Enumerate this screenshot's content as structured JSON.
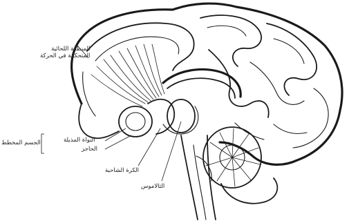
{
  "labels": {
    "motor_cortex_line1": "المنطقة اللحائية",
    "motor_cortex_line2": "المتحكمة في الحركة",
    "striatum": "الجسم المخطط",
    "caudate": "النواة المذيلة",
    "putamen": "الحاجز",
    "globus_pallidus": "الكرة الشاحبة",
    "thalamus": "الثالاموس"
  }
}
